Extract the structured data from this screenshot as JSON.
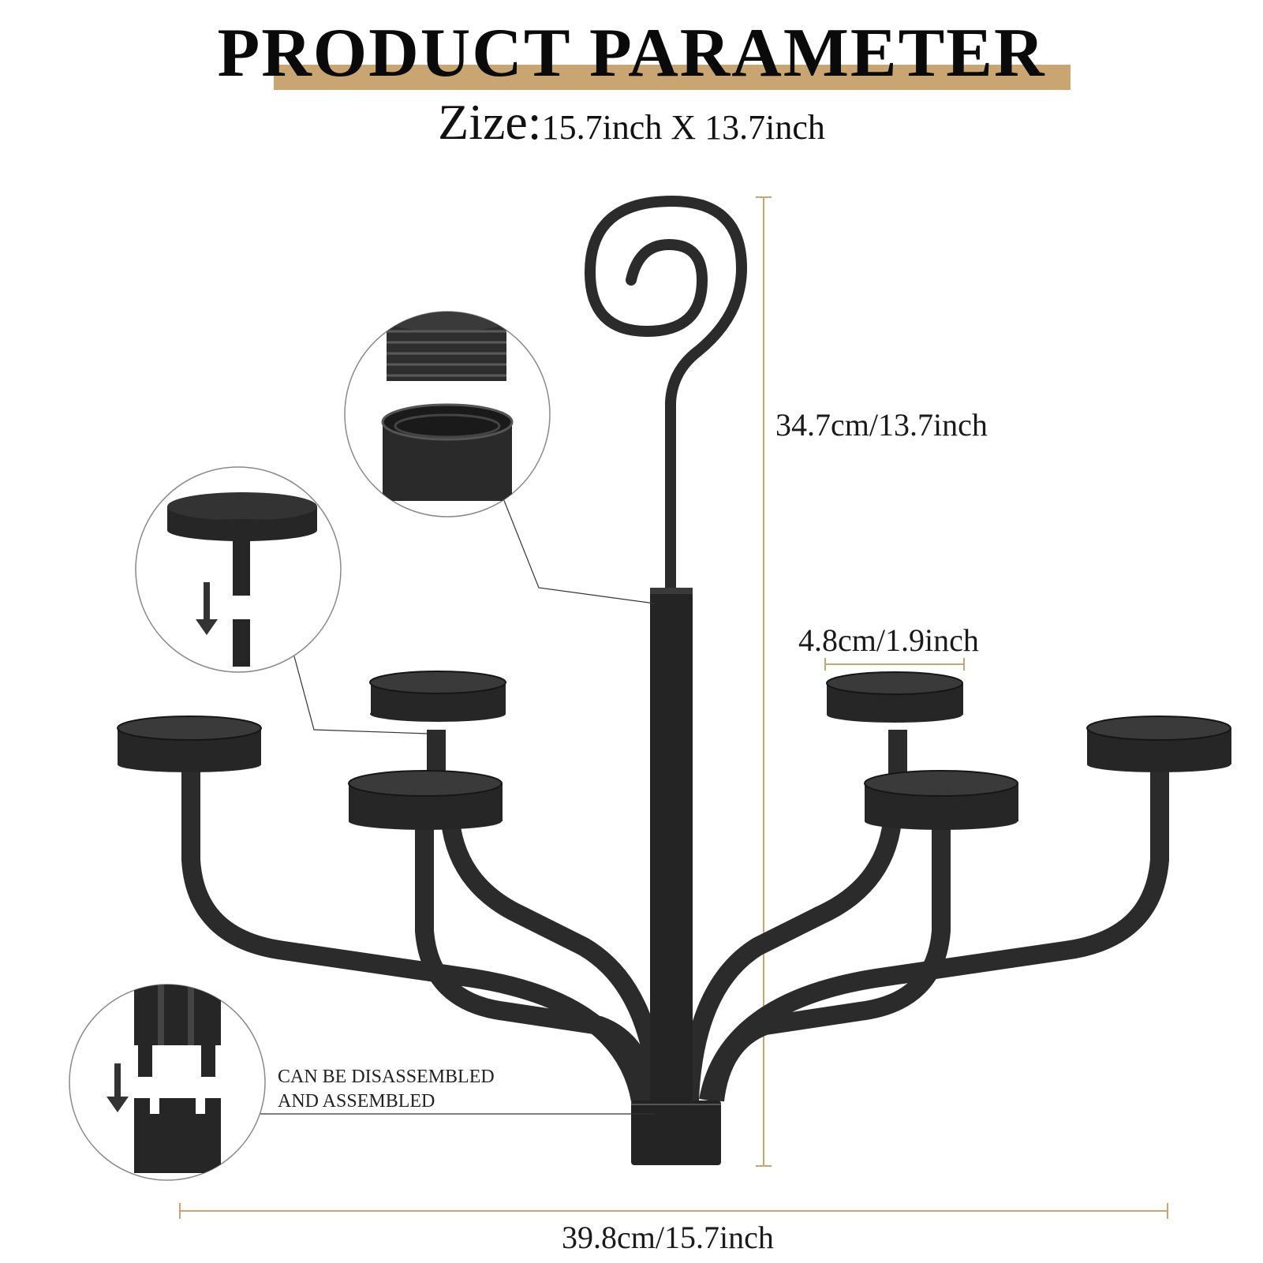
{
  "header": {
    "title": "PRODUCT PARAMETER",
    "size_label": "Zize:",
    "size_value": "15.7inch X 13.7inch"
  },
  "dimensions": {
    "height": "34.7cm/13.7inch",
    "cup_diameter": "4.8cm/1.9inch",
    "width": "39.8cm/15.7inch"
  },
  "note": {
    "line1": "CAN BE DISASSEMBLED",
    "line2": "AND ASSEMBLED"
  },
  "colors": {
    "accent": "#c8a571",
    "metal": "#2a2a2a"
  }
}
